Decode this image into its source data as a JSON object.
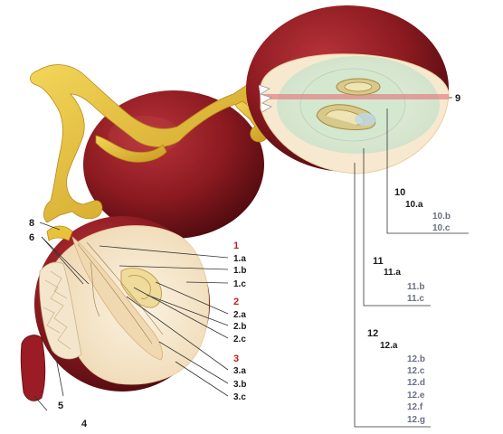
{
  "labels": {
    "l4": "4",
    "l5": "5",
    "l6": "6",
    "l8": "8",
    "l9": "9",
    "l1": "1",
    "l1a": "1.a",
    "l1b": "1.b",
    "l1c": "1.c",
    "l2": "2",
    "l2a": "2.a",
    "l2b": "2.b",
    "l2c": "2.c",
    "l3": "3",
    "l3a": "3.a",
    "l3b": "3.b",
    "l3c": "3.c",
    "l10": "10",
    "l10a": "10.a",
    "l10b": "10.b",
    "l10c": "10.c",
    "l11": "11",
    "l11a": "11.a",
    "l11b": "11.b",
    "l11c": "11.c",
    "l12": "12",
    "l12a": "12.a",
    "l12b": "12.b",
    "l12c": "12.c",
    "l12d": "12.d",
    "l12e": "12.e",
    "l12f": "12.f",
    "l12g": "12.g"
  },
  "colors": {
    "skin_dark": "#5a0e12",
    "skin_mid": "#8b1a20",
    "skin_light": "#b8333a",
    "stem": "#e8c33a",
    "stem_shade": "#c99a1e",
    "pulp_outer": "#f7e9cf",
    "pulp_inner": "#dcecd8",
    "seed": "#d7c98a",
    "label_red": "#c0201c",
    "label_gray": "#6b6f86"
  }
}
